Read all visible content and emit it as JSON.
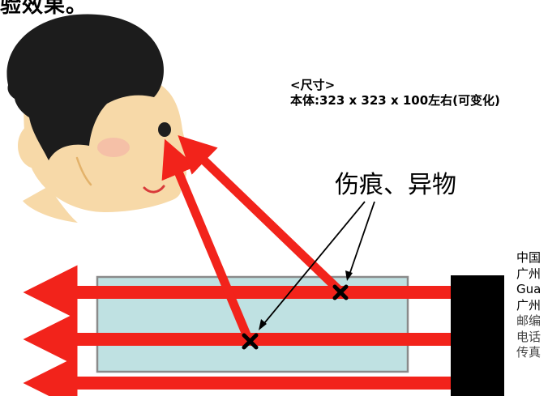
{
  "top_title": "验效果。",
  "size_heading": "<尺寸>",
  "size_body": "本体:323 x 323 x 100左右(可变化)",
  "defect_label": "伤痕、异物",
  "side_lines": [
    "中国",
    "广州",
    "Gua",
    "广州",
    "邮编",
    "电话",
    "传真"
  ],
  "colors": {
    "beam": "#f2231b",
    "glass": "#bfe1e2",
    "glass_border": "#8a8a8a",
    "light_source": "#000000"
  }
}
